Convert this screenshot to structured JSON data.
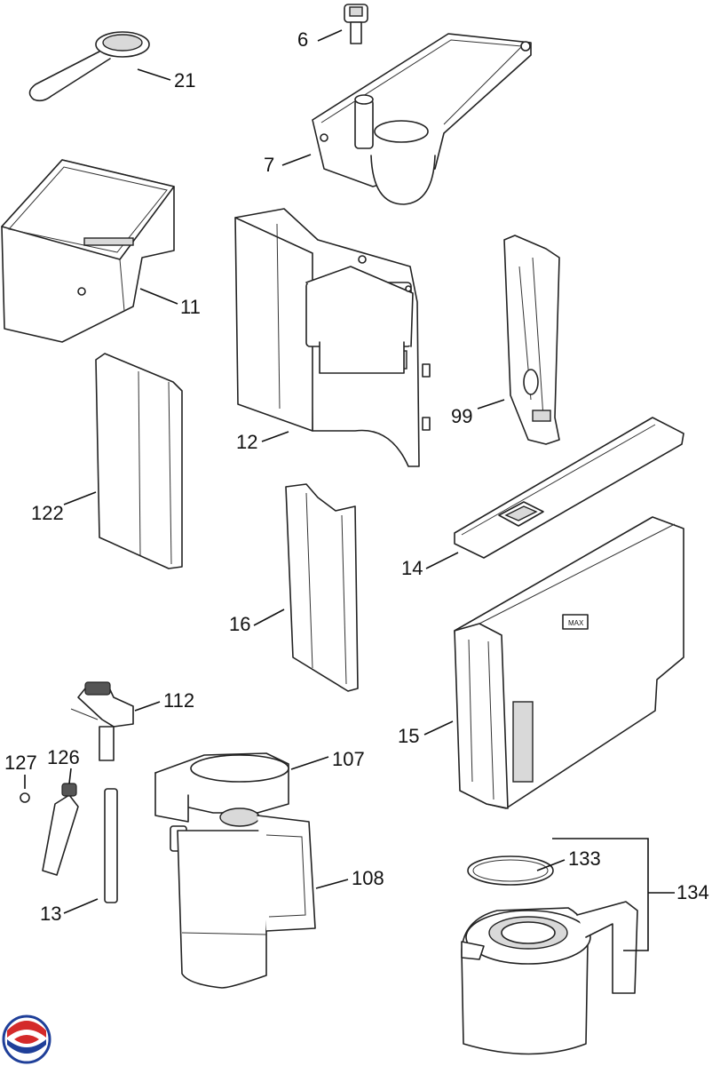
{
  "diagram": {
    "parts": [
      {
        "key": "p21",
        "label": "21",
        "name": "measuring-scoop"
      },
      {
        "key": "p6",
        "label": "6",
        "name": "knob"
      },
      {
        "key": "p7",
        "label": "7",
        "name": "drip-tray-top"
      },
      {
        "key": "p11",
        "label": "11",
        "name": "grounds-container"
      },
      {
        "key": "p12",
        "label": "12",
        "name": "brew-housing"
      },
      {
        "key": "p99",
        "label": "99",
        "name": "side-bracket"
      },
      {
        "key": "p122",
        "label": "122",
        "name": "side-panel-left"
      },
      {
        "key": "p16",
        "label": "16",
        "name": "side-panel-front"
      },
      {
        "key": "p14",
        "label": "14",
        "name": "tank-lid"
      },
      {
        "key": "p15",
        "label": "15",
        "name": "water-tank"
      },
      {
        "key": "p112",
        "label": "112",
        "name": "valve-connector"
      },
      {
        "key": "p127",
        "label": "127",
        "name": "o-ring"
      },
      {
        "key": "p126",
        "label": "126",
        "name": "dispensing-tube"
      },
      {
        "key": "p107",
        "label": "107",
        "name": "milk-jug-lid"
      },
      {
        "key": "p108",
        "label": "108",
        "name": "milk-jug"
      },
      {
        "key": "p13",
        "label": "13",
        "name": "intake-tube"
      },
      {
        "key": "p133",
        "label": "133",
        "name": "carafe-seal"
      },
      {
        "key": "p134",
        "label": "134",
        "name": "thermal-carafe"
      }
    ],
    "tank_mark": "MAX",
    "colors": {
      "ink": "#111111",
      "logo_red": "#d42a2a",
      "logo_blue": "#1f3f99"
    }
  }
}
